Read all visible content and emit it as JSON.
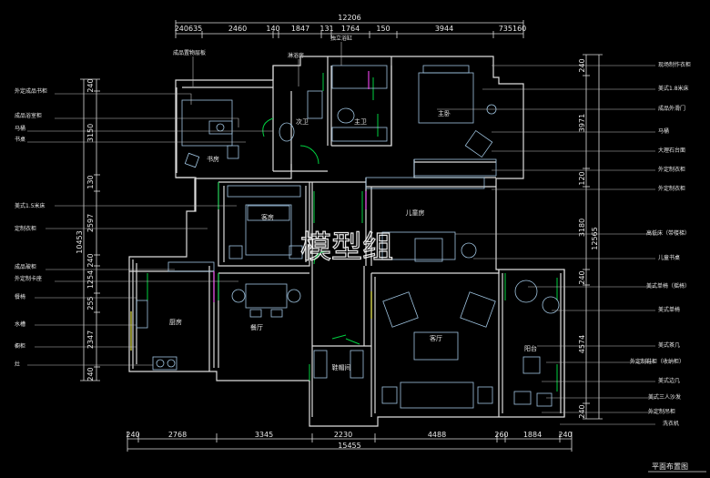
{
  "title": "平面布置图",
  "watermark": "模型组",
  "top_dims": {
    "total": "12206",
    "segments": [
      "240635",
      "2460",
      "140",
      "1847",
      "131",
      "1764",
      "150",
      "3944",
      "735160"
    ]
  },
  "bottom_dims": {
    "total": "15455",
    "segments": [
      "240",
      "2768",
      "3345",
      "2230",
      "4488",
      "260",
      "1884",
      "240"
    ]
  },
  "left_dims": {
    "total": "10453",
    "segments": [
      "240",
      "3150",
      "130",
      "2597",
      "240",
      "1254",
      "255",
      "2347",
      "240"
    ]
  },
  "right_dims": {
    "total": "12565",
    "segments": [
      "240",
      "3971",
      "120",
      "3180",
      "240",
      "4574",
      "240"
    ]
  },
  "left_labels": [
    "外定成品书柜",
    "成品浴室柜",
    "马桶",
    "书桌",
    "美式1.5米床",
    "定制衣柜",
    "成品玻柜",
    "外定制卡座",
    "餐椅",
    "水槽",
    "橱柜",
    "灶"
  ],
  "right_labels": [
    "现场制作衣柜",
    "美式1.8米床",
    "成品外滑门",
    "马桶",
    "大理石台面",
    "外定制衣柜",
    "外定制衣柜",
    "高低床（带楼梯）",
    "儿童书桌",
    "美式单椅（摇椅）",
    "美式单椅",
    "美式茶几",
    "外定制鞋柜（收纳柜）",
    "美式边几",
    "美式三人沙发",
    "外定制吊柜",
    "洗衣机"
  ],
  "top_labels": [
    "成品置物层板",
    "淋浴房",
    "独立浴缸"
  ],
  "rooms": [
    "书房",
    "次卫",
    "主卫",
    "主卧",
    "客房",
    "儿童房",
    "厨房",
    "餐厅",
    "客厅",
    "阳台",
    "鞋帽间"
  ]
}
